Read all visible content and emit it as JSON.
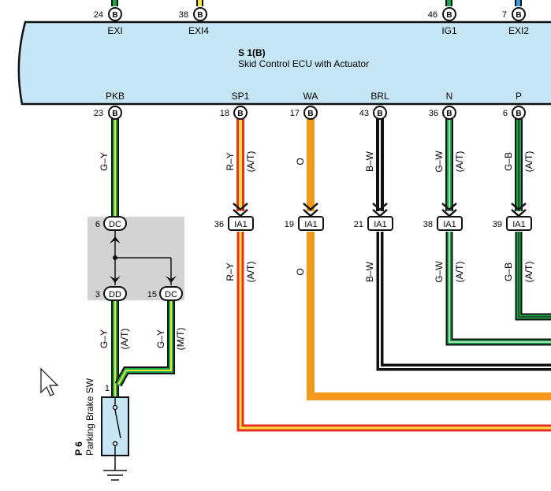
{
  "colors": {
    "ecu_fill": "#c6e6f6",
    "junction_fill": "#d3d3d3",
    "wire_green": "#1aa64a",
    "wire_yellow": "#f2e33a",
    "wire_red": "#e8312b",
    "wire_orange": "#f39a1e",
    "wire_blue": "#3a9be0",
    "wire_black": "#111111",
    "wire_white": "#ffffff"
  },
  "ecu": {
    "code": "S 1(B)",
    "name": "Skid Control ECU with Actuator",
    "connector_letter": "B",
    "top_pins": [
      {
        "num": "24",
        "label": "EXI"
      },
      {
        "num": "38",
        "label": "EXI4"
      },
      {
        "num": "46",
        "label": "IG1"
      },
      {
        "num": "7",
        "label": "EXI2"
      }
    ],
    "bottom_pins": [
      {
        "num": "23",
        "label": "PKB"
      },
      {
        "num": "18",
        "label": "SP1"
      },
      {
        "num": "17",
        "label": "WA"
      },
      {
        "num": "43",
        "label": "BRL"
      },
      {
        "num": "36",
        "label": "N"
      },
      {
        "num": "6",
        "label": "P"
      }
    ]
  },
  "wires": {
    "pkb_upper": "G–Y",
    "sp1": "R–Y",
    "sp1_note": "(A/T)",
    "wa": "O",
    "brl": "B–W",
    "n": "G–W",
    "n_note": "(A/T)",
    "p": "G–B",
    "p_note": "(A/T)",
    "sp1_lower": "R–Y",
    "sp1_lower_note": "(A/T)",
    "wa_lower": "O",
    "brl_lower": "B–W",
    "n_lower": "G–W",
    "n_lower_note": "(A/T)",
    "p_lower": "G–B",
    "p_lower_note": "(A/T)",
    "at_branch": "G–Y",
    "at_branch_note": "(A/T)",
    "mt_branch": "G–Y",
    "mt_branch_note": "(M/T)"
  },
  "connectors_ia1": [
    {
      "pin": "36",
      "name": "IA1"
    },
    {
      "pin": "19",
      "name": "IA1"
    },
    {
      "pin": "21",
      "name": "IA1"
    },
    {
      "pin": "38",
      "name": "IA1"
    },
    {
      "pin": "39",
      "name": "IA1"
    }
  ],
  "junction": {
    "top": {
      "pin": "6",
      "name": "DC"
    },
    "bottom_left": {
      "pin": "3",
      "name": "DD"
    },
    "bottom_right": {
      "pin": "15",
      "name": "DC"
    }
  },
  "switch": {
    "code": "P 6",
    "name": "Parking Brake SW",
    "pin": "1"
  }
}
